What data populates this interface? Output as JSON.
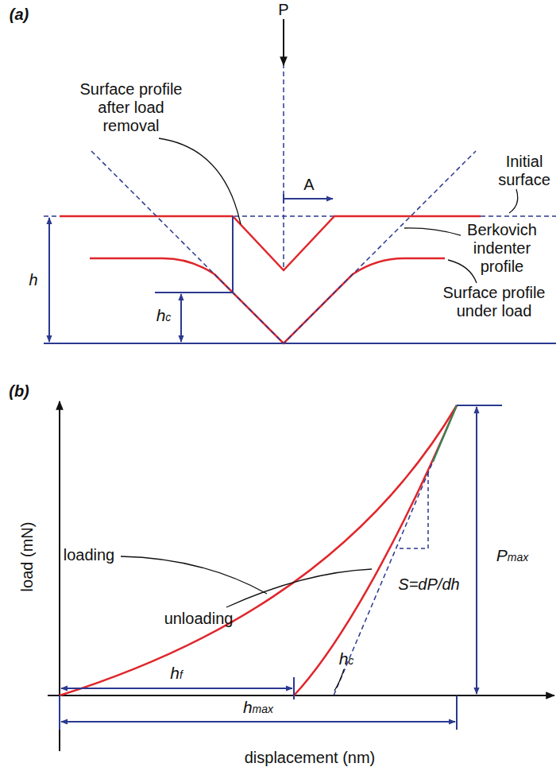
{
  "diagram": {
    "labels": [
      "(a)",
      "P",
      "A",
      "Initial surface",
      "Surface profile after load removal",
      "Berkovich indenter profile",
      "Surface profile under load",
      "h",
      "hc",
      "(b)",
      "load (mN)",
      "displacement (nm)",
      "loading",
      "unloading",
      "S=dP/dh",
      "hf",
      "hmax",
      "Pmax",
      "hc"
    ]
  }
}
